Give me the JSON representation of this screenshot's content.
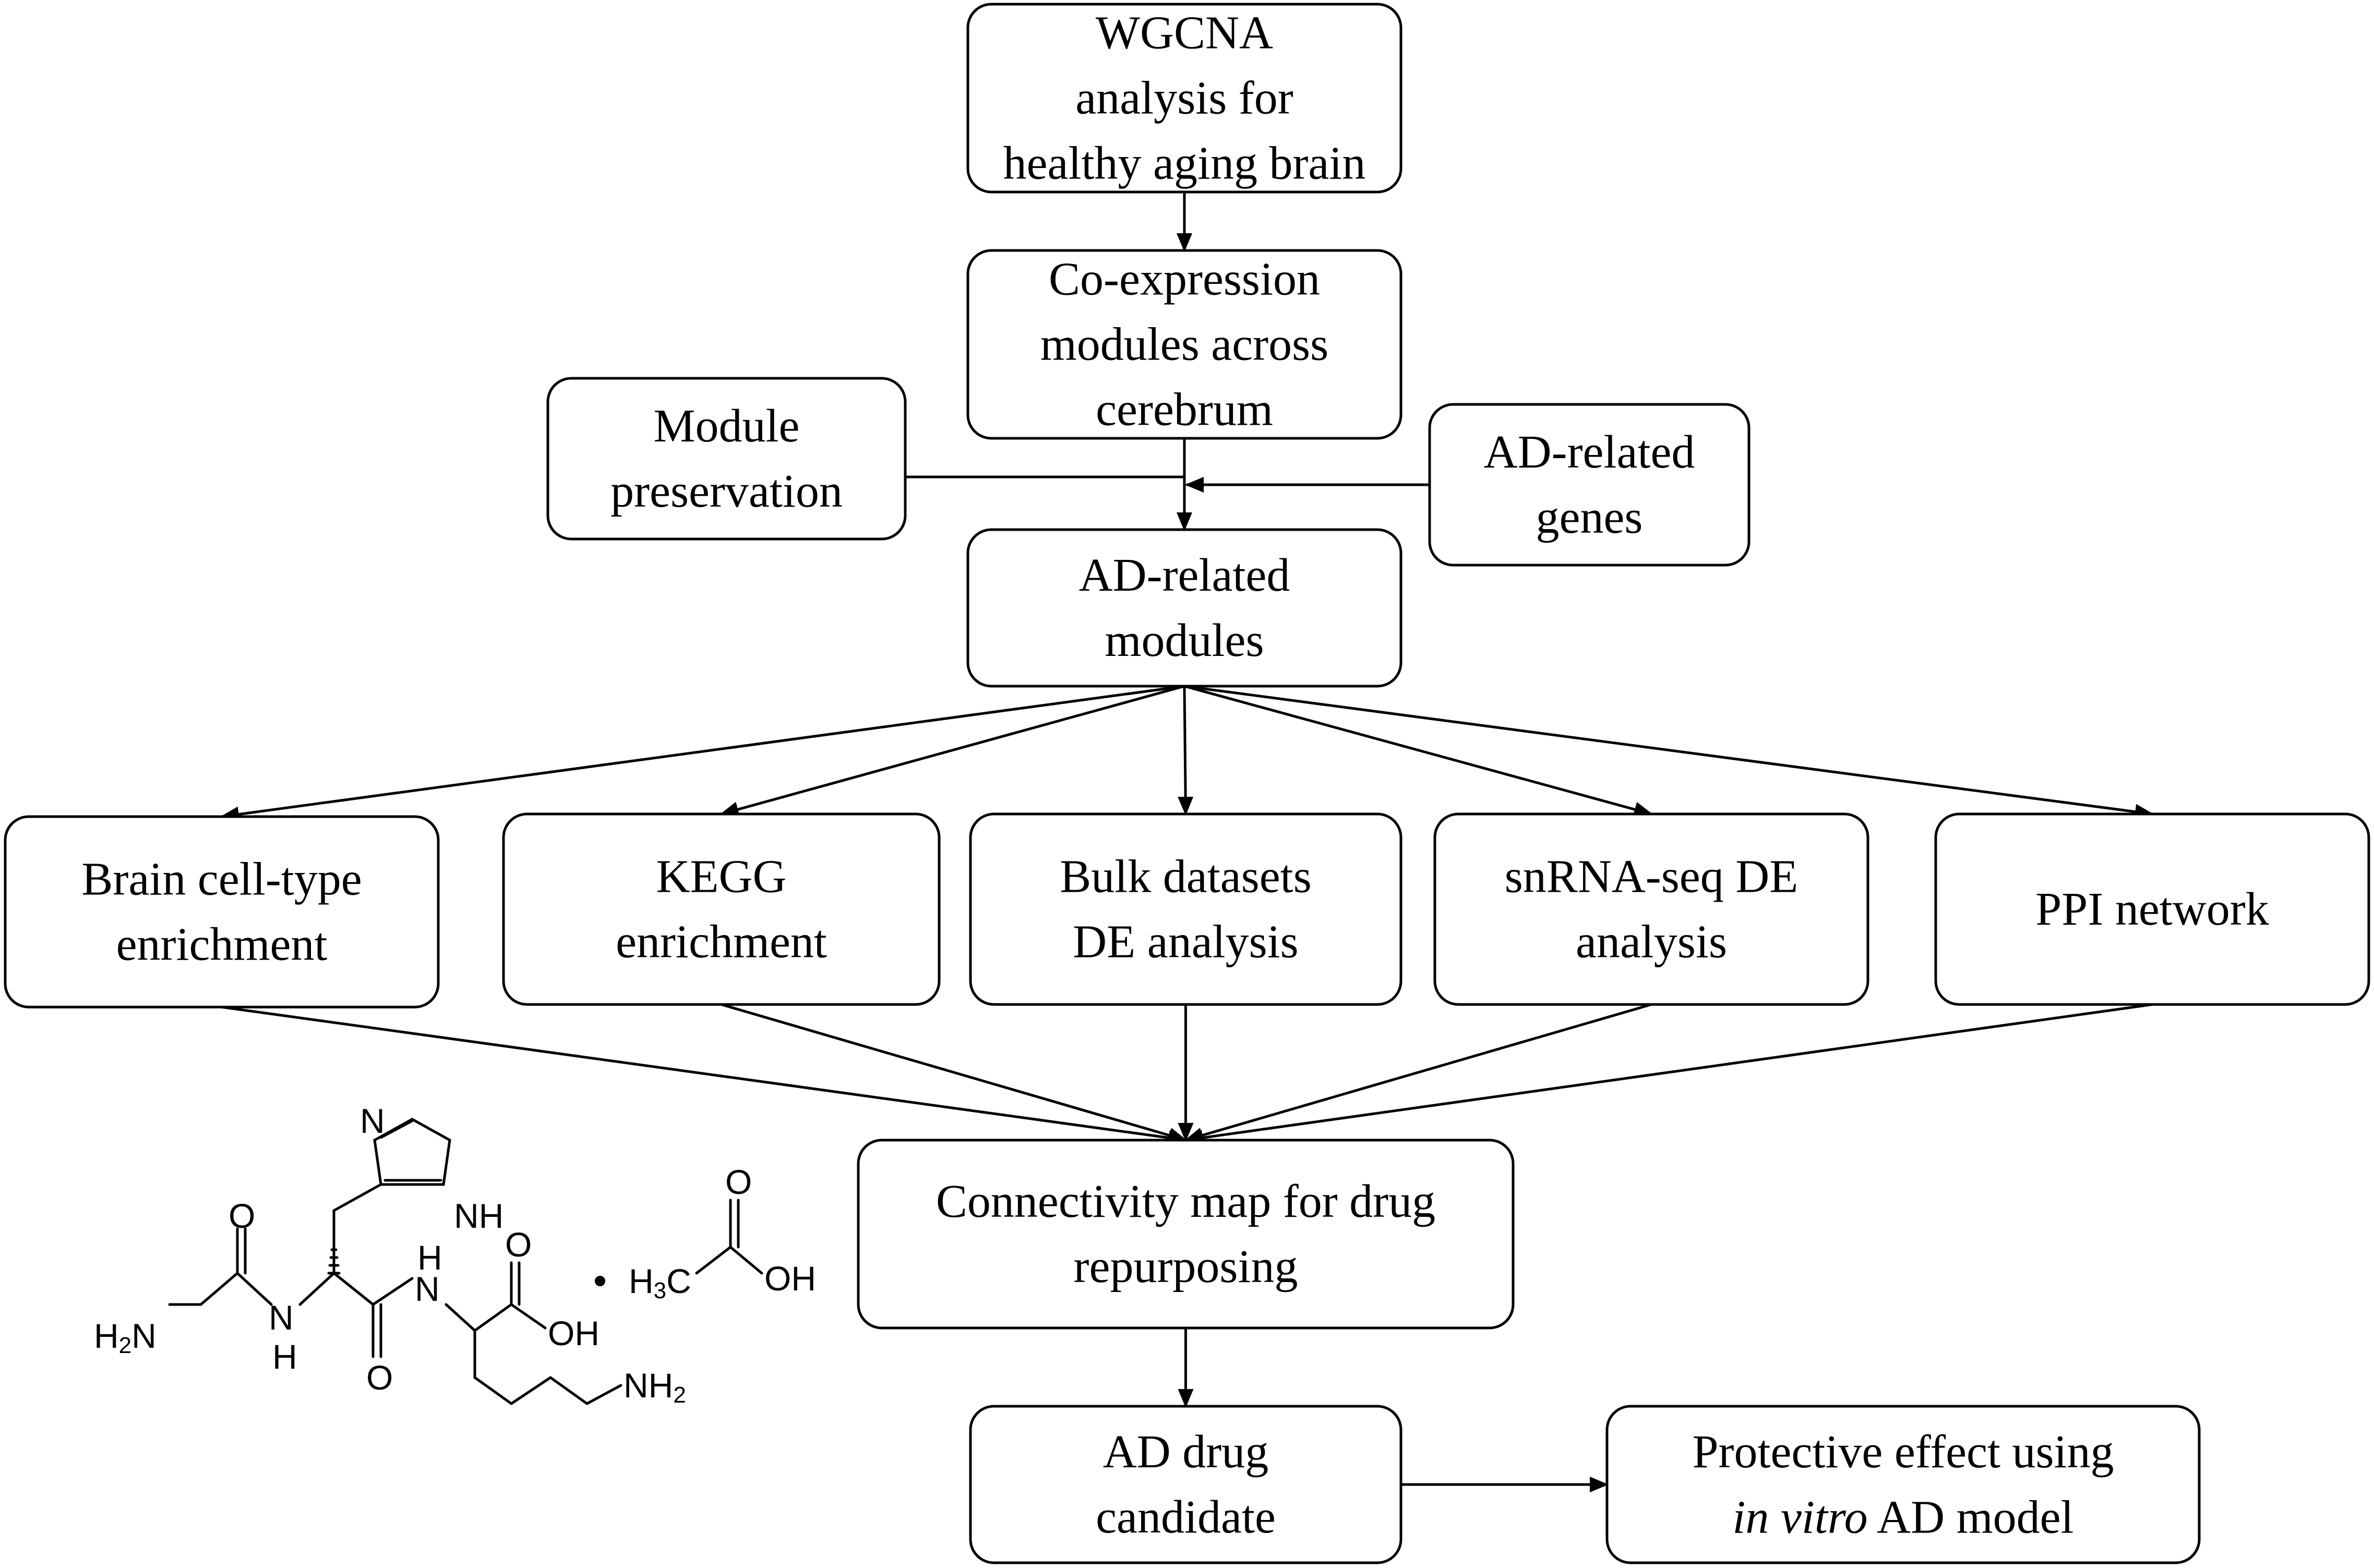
{
  "nodes": {
    "wgcna": {
      "lines": [
        "WGCNA",
        "analysis for",
        "healthy aging brain"
      ]
    },
    "coexpression": {
      "lines": [
        "Co-expression",
        "modules across",
        "cerebrum"
      ]
    },
    "module_preservation": {
      "lines": [
        "Module",
        "preservation"
      ]
    },
    "ad_related_genes": {
      "lines": [
        "AD-related",
        "genes"
      ]
    },
    "ad_related_modules": {
      "lines": [
        "AD-related",
        "modules"
      ]
    },
    "brain_cell_type": {
      "lines": [
        "Brain cell-type",
        "enrichment"
      ]
    },
    "kegg": {
      "lines": [
        "KEGG",
        "enrichment"
      ]
    },
    "bulk_datasets": {
      "lines": [
        "Bulk datasets",
        "DE analysis"
      ]
    },
    "snrna_seq": {
      "lines": [
        "snRNA-seq DE",
        "analysis"
      ]
    },
    "ppi_network": {
      "lines": [
        "PPI network"
      ]
    },
    "connectivity_map": {
      "lines": [
        "Connectivity map for drug",
        "repurposing"
      ]
    },
    "ad_drug_candidate": {
      "lines": [
        "AD drug",
        "candidate"
      ]
    },
    "protective_effect": {
      "lines": [
        "Protective effect using",
        "in vitro AD model"
      ],
      "italic_words": [
        "in vitro"
      ]
    }
  },
  "edges": [
    {
      "from": "wgcna",
      "to": "coexpression"
    },
    {
      "from": "coexpression",
      "to": "ad_related_modules"
    },
    {
      "from": "module_preservation",
      "to": "ad_related_modules"
    },
    {
      "from": "ad_related_genes",
      "to": "ad_related_modules"
    },
    {
      "from": "ad_related_modules",
      "to": "brain_cell_type"
    },
    {
      "from": "ad_related_modules",
      "to": "kegg"
    },
    {
      "from": "ad_related_modules",
      "to": "bulk_datasets"
    },
    {
      "from": "ad_related_modules",
      "to": "snrna_seq"
    },
    {
      "from": "ad_related_modules",
      "to": "ppi_network"
    },
    {
      "from": "brain_cell_type",
      "to": "connectivity_map"
    },
    {
      "from": "kegg",
      "to": "connectivity_map"
    },
    {
      "from": "bulk_datasets",
      "to": "connectivity_map"
    },
    {
      "from": "snrna_seq",
      "to": "connectivity_map"
    },
    {
      "from": "ppi_network",
      "to": "connectivity_map"
    },
    {
      "from": "connectivity_map",
      "to": "ad_drug_candidate"
    },
    {
      "from": "ad_drug_candidate",
      "to": "protective_effect"
    }
  ],
  "molecule": {
    "atoms": {
      "nh": "NH",
      "n_ring": "N",
      "o_top": "O",
      "o_acid_top": "O",
      "oh_acid": "OH",
      "h3c": "H3C",
      "h2n": "H2N",
      "o_gly": "O",
      "h_top": "H",
      "n_gly": "N",
      "h_gly": "H",
      "n_his": "N",
      "o_lys_top": "O",
      "oh_lys": "OH",
      "o_his": "O",
      "nh2": "NH2"
    },
    "salt_dot": "•"
  }
}
